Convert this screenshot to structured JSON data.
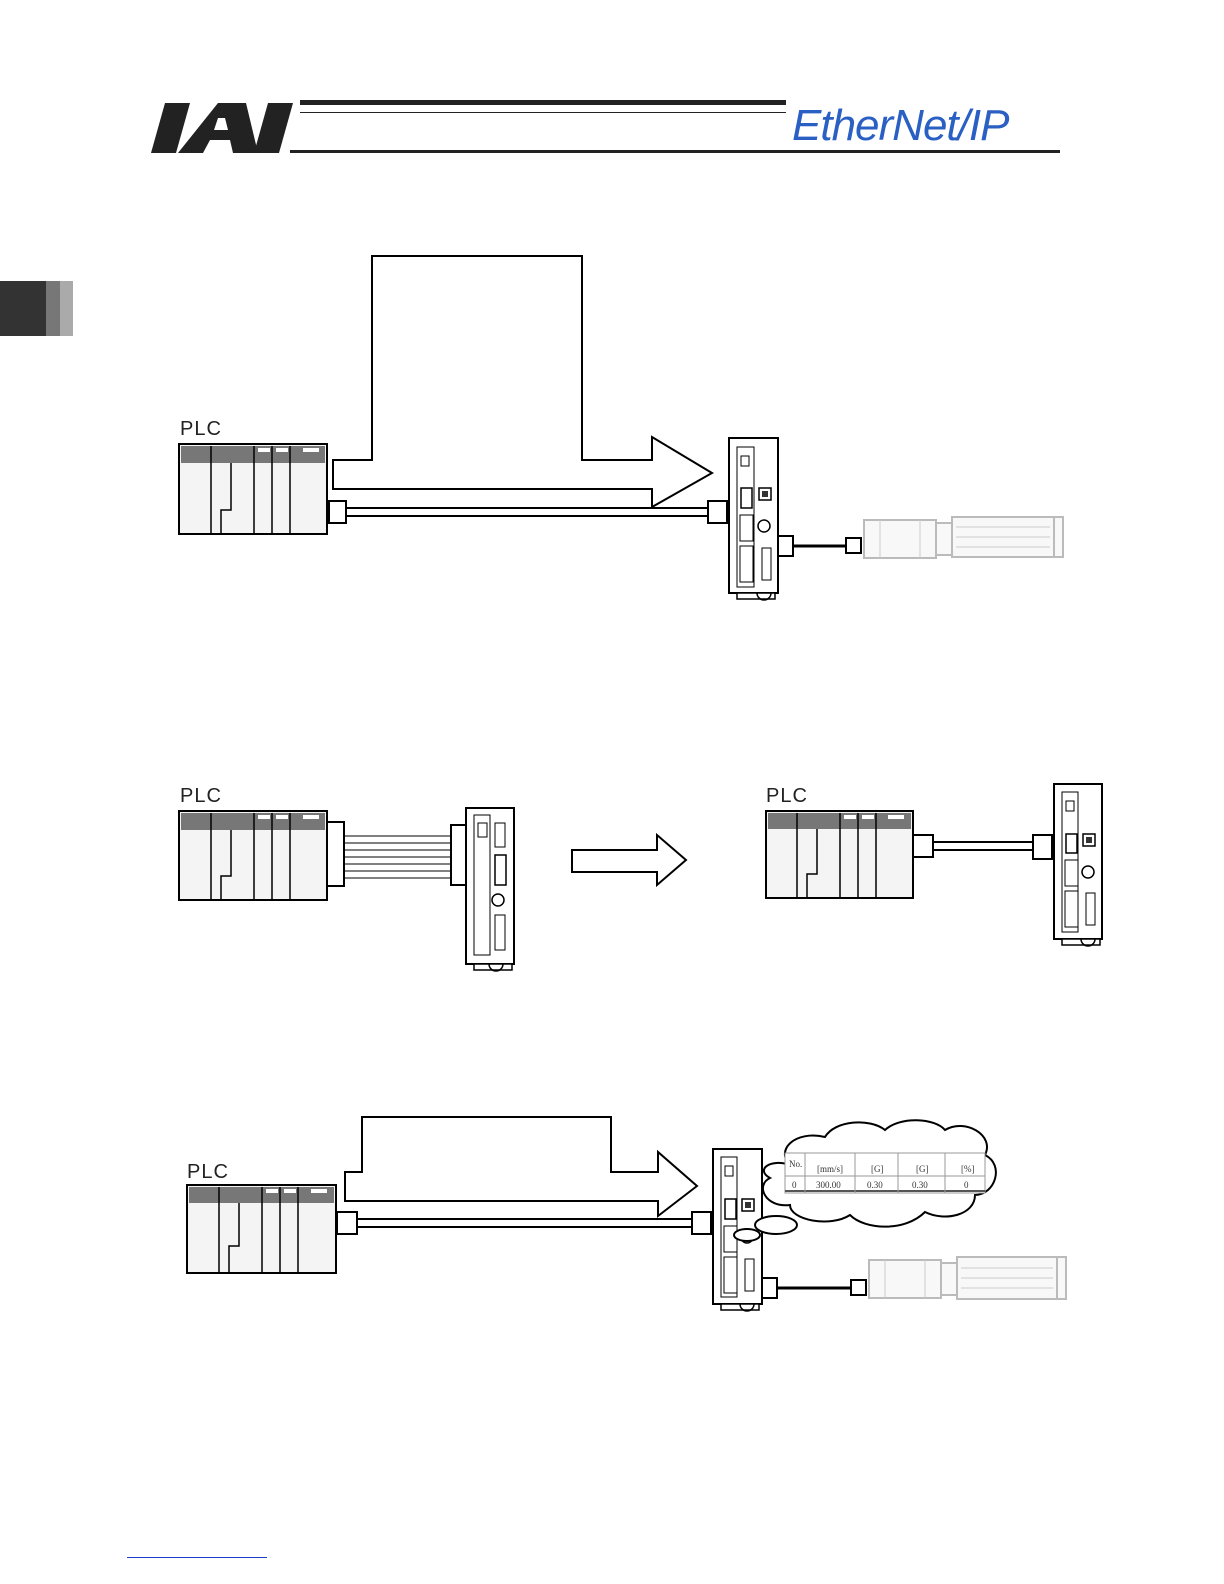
{
  "header": {
    "logo_text": "IAI",
    "brand_text": "EtherNet/IP",
    "brand_color": "#2a5fc4"
  },
  "diagrams": [
    {
      "plc_label": "PLC"
    },
    {
      "plc_label_left": "PLC",
      "plc_label_right": "PLC"
    },
    {
      "plc_label": "PLC",
      "position_table": {
        "headers": [
          "No.",
          "[mm/s]",
          "[G]",
          "[G]",
          "[%]"
        ],
        "row": [
          "0",
          "300.00",
          "0.30",
          "0.30",
          "0"
        ]
      }
    }
  ],
  "colors": {
    "line": "#000000",
    "plc_band": "#777777",
    "plc_body": "#f2f2f2",
    "actuator": "#bbbbbb"
  }
}
